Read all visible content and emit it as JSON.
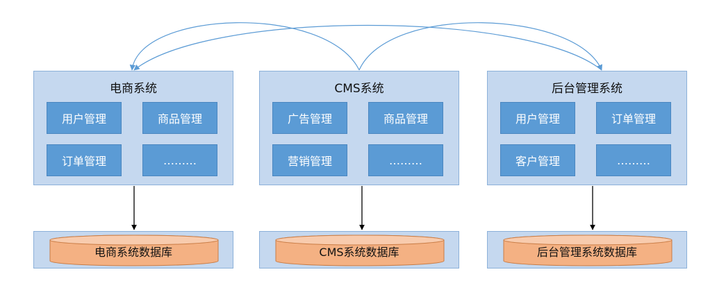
{
  "systems": [
    {
      "title": "电商系统",
      "modules": [
        "用户管理",
        "商品管理",
        "订单管理",
        "………"
      ]
    },
    {
      "title": "CMS系统",
      "modules": [
        "广告管理",
        "商品管理",
        "营销管理",
        "………"
      ]
    },
    {
      "title": "后台管理系统",
      "modules": [
        "用户管理",
        "订单管理",
        "客户管理",
        "………"
      ]
    }
  ],
  "databases": [
    "电商系统数据库",
    "CMS系统数据库",
    "后台管理系统数据库"
  ],
  "colors": {
    "panel_fill": "#c5d8ef",
    "panel_border": "#8bb0d9",
    "module_fill": "#5b9bd5",
    "cylinder_fill": "#f4b183",
    "cylinder_border": "#c97c45",
    "arc_stroke": "#5b9bd5",
    "link_stroke": "#000000"
  }
}
